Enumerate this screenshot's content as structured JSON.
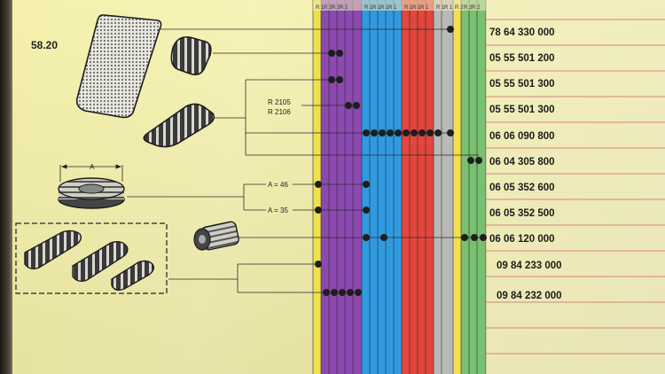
{
  "figure_code": "58.20",
  "column_headers": [
    "R 1",
    "R 2",
    "R 2",
    "R 2",
    "R 1",
    "R 1",
    "R 1",
    "R 1",
    "R 1",
    "R 1",
    "R 1",
    "R 1",
    "R 1",
    "R 2",
    "R 2",
    "R 2"
  ],
  "callouts": {
    "model_a": "R 2105",
    "model_b": "R 2106",
    "dimension": "A",
    "size_46": "A = 46",
    "size_35": "A = 35"
  },
  "part_numbers": [
    "78 64 330 000",
    "05 55 501 200",
    "05 55 501 300",
    "05 55 501 300",
    "06 06 090 800",
    "06 04 305 800",
    "06 05 352 600",
    "06 05 352 500",
    "06 06 120 000",
    "09 84 233 000",
    "09 84 232 000"
  ],
  "colors": {
    "yellow": "#f0e04e",
    "purple": "#8c49b0",
    "blue": "#2f9ae0",
    "red": "#e2463d",
    "grey": "#b9b9b9",
    "green": "#79c070"
  }
}
